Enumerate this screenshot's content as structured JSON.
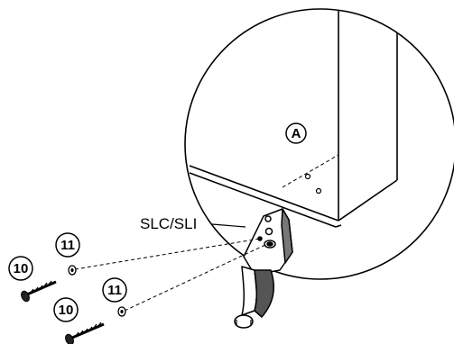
{
  "diagram": {
    "callouts": {
      "detail_marker": "A",
      "label_slc_sli": "SLC/SLI",
      "screw_top_number": "10",
      "washer_top_number": "11",
      "screw_bottom_number": "10",
      "washer_bottom_number": "11"
    }
  }
}
